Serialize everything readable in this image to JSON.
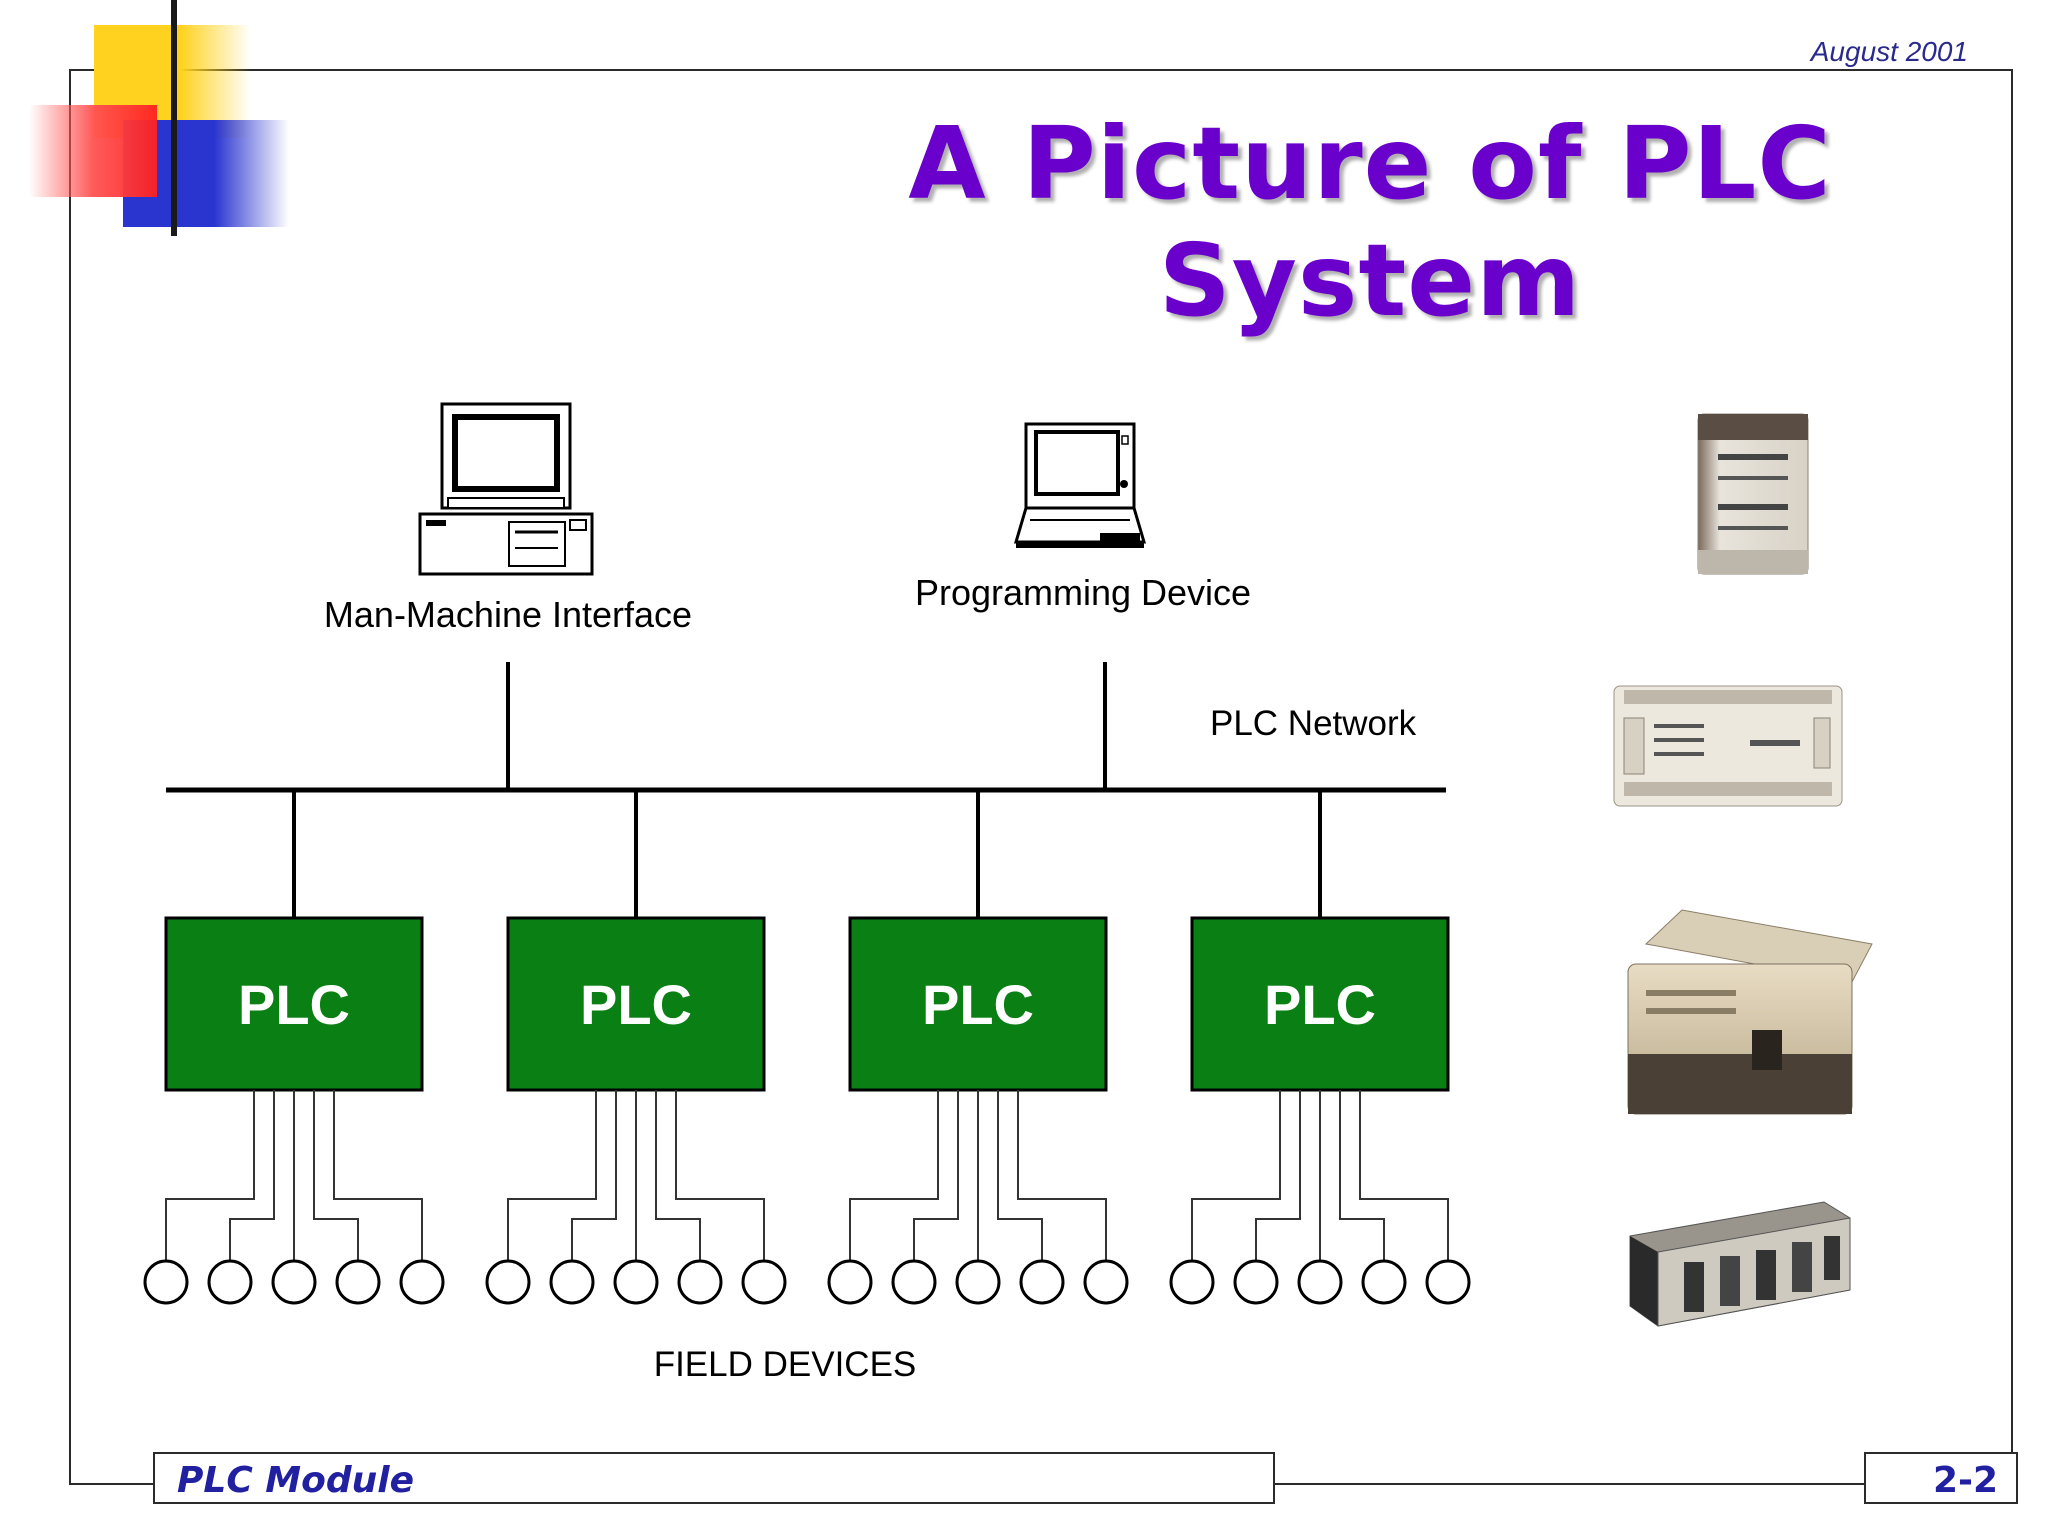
{
  "header": {
    "date": "August 2001",
    "title": "A Picture of PLC System"
  },
  "diagram": {
    "hmi_label": "Man-Machine Interface",
    "programming_label": "Programming Device",
    "network_label": "PLC Network",
    "field_label": "FIELD DEVICES",
    "plc_label": "PLC",
    "plc_count": 4,
    "field_devices_per_plc": 5
  },
  "colors": {
    "title": "#6a00cc",
    "plc_fill": "#0a7f14",
    "footer_text": "#2020a0"
  },
  "footer": {
    "module": "PLC Module",
    "page": "2-2"
  }
}
